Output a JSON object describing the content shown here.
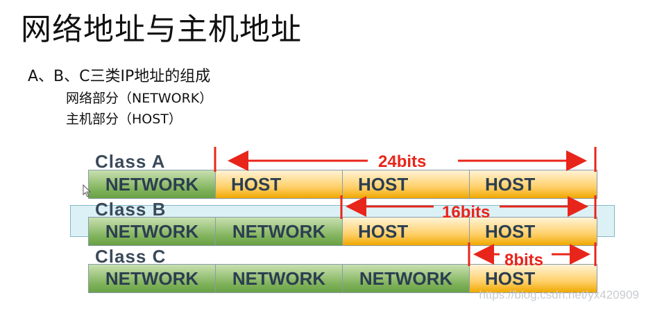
{
  "title": "网络地址与主机地址",
  "subtitle": "A、B、C三类IP地址的组成",
  "lines": [
    "网络部分（NETWORK）",
    "主机部分（HOST）"
  ],
  "classes": [
    {
      "label": "Class  A",
      "cells": [
        "NETWORK",
        "HOST",
        "HOST",
        "HOST"
      ],
      "network_count": 1,
      "bits": "24bits"
    },
    {
      "label": "Class  B",
      "cells": [
        "NETWORK",
        "NETWORK",
        "HOST",
        "HOST"
      ],
      "network_count": 2,
      "bits": "16bits"
    },
    {
      "label": "Class  C",
      "cells": [
        "NETWORK",
        "NETWORK",
        "NETWORK",
        "HOST"
      ],
      "network_count": 3,
      "bits": "8bits"
    }
  ],
  "watermark": "https://blog.csdn.net/yx420909",
  "colors": {
    "arrow": "#e8251a",
    "network": "#7fb25a",
    "host": "#ffd06a",
    "class_label": "#3b4a5a"
  }
}
